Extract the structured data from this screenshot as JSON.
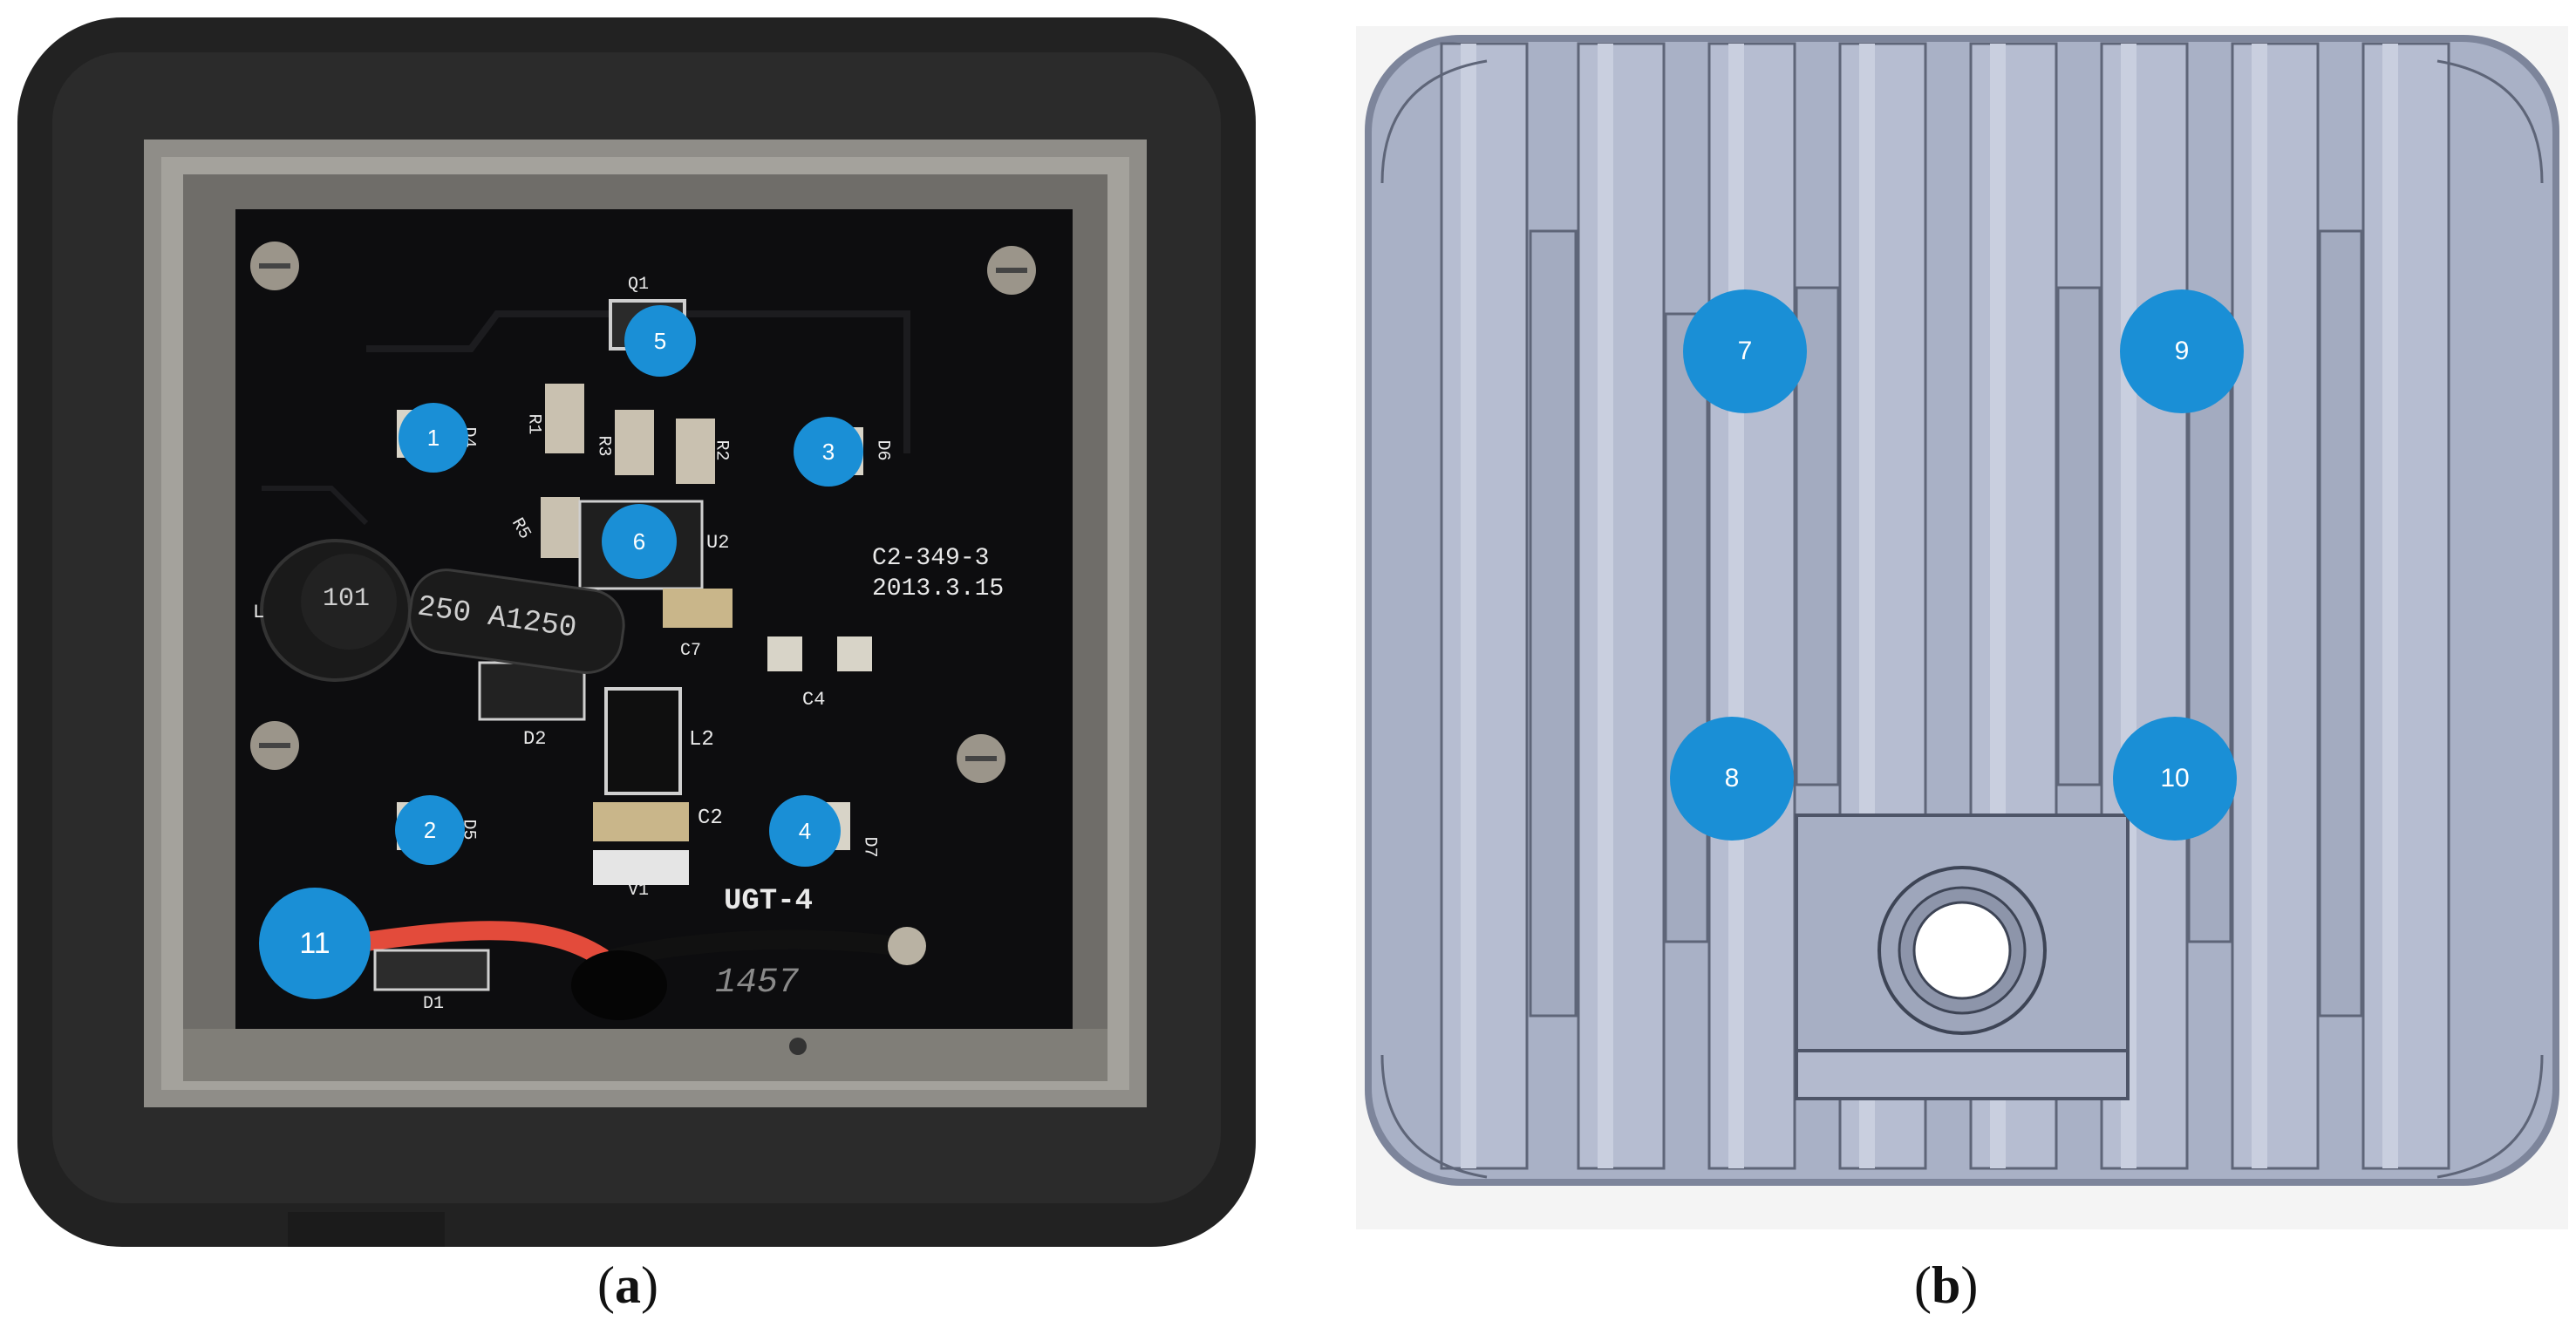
{
  "figure": {
    "panel_a": {
      "caption_label": "a",
      "silkscreen": {
        "board_code": "C2-349-3",
        "board_date": "2013.3.15",
        "capacitor_text": "250 A1250",
        "inductor_text": "101",
        "brand": "UGT-4",
        "stamp": "1457",
        "labels": [
          "Q1",
          "R1",
          "R3",
          "R2",
          "D4",
          "D6",
          "R5",
          "U2",
          "L",
          "C7",
          "C4",
          "D2",
          "L2",
          "C2",
          "D5",
          "D7",
          "V1",
          "D1"
        ]
      },
      "markers": [
        "1",
        "2",
        "3",
        "4",
        "5",
        "6",
        "11"
      ]
    },
    "panel_b": {
      "caption_label": "b",
      "markers": [
        "7",
        "8",
        "9",
        "10"
      ]
    },
    "colors": {
      "marker": "#1a8fd6",
      "heatsink": "#a9b1c6",
      "pcb": "#0d0d0f",
      "housing": "#232323"
    }
  }
}
